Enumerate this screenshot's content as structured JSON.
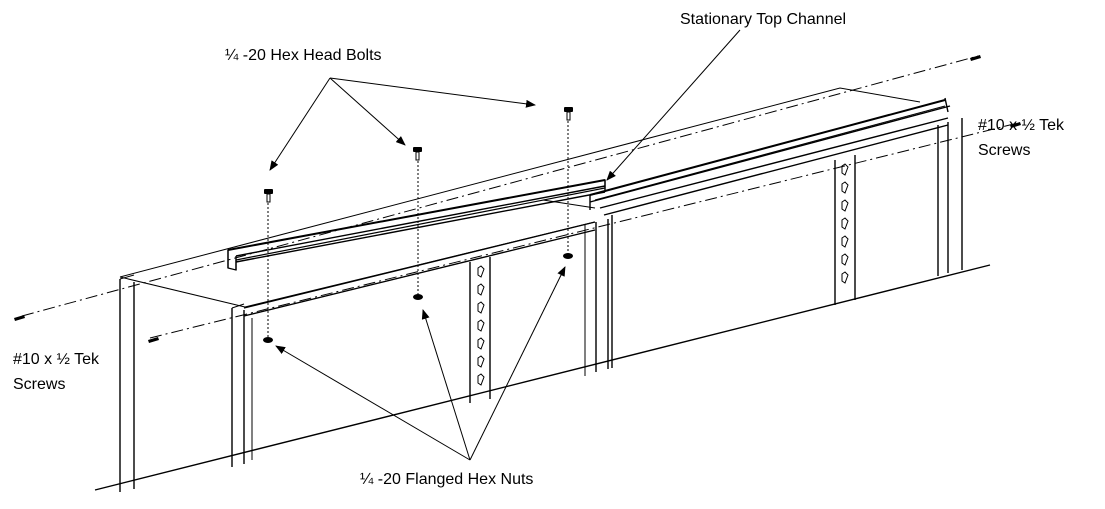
{
  "labels": {
    "hex_head_bolts": "¼ -20 Hex Head Bolts",
    "stationary_top_channel": "Stationary Top Channel",
    "tek_screws_right_line1": "#10 x ½ Tek",
    "tek_screws_right_line2": "Screws",
    "tek_screws_left_line1": "#10 x ½ Tek",
    "tek_screws_left_line2": "Screws",
    "flanged_hex_nuts": "¼ -20 Flanged Hex Nuts"
  }
}
